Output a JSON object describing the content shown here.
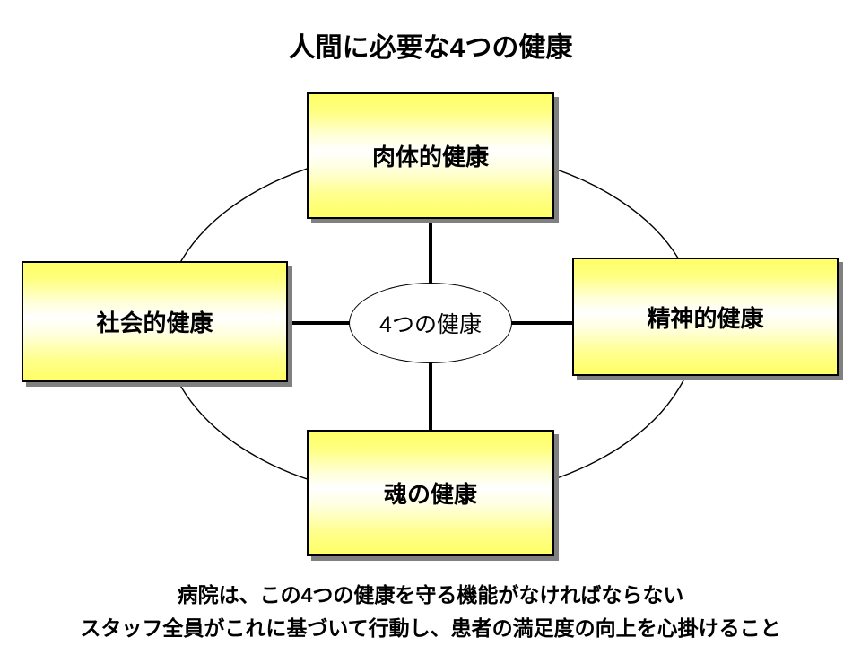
{
  "title": "人間に必要な4つの健康",
  "center": {
    "label": "4つの健康",
    "shape": "ellipse"
  },
  "nodes": [
    {
      "id": "top",
      "label": "肉体的健康",
      "position": "top"
    },
    {
      "id": "left",
      "label": "社会的健康",
      "position": "left"
    },
    {
      "id": "right",
      "label": "精神的健康",
      "position": "right"
    },
    {
      "id": "bottom",
      "label": "魂の健康",
      "position": "bottom"
    }
  ],
  "caption": {
    "line1": "病院は、この4つの健康を守る機能がなければならない",
    "line2": "スタッフ全員がこれに基づいて行動し、患者の満足度の向上を心掛けること"
  },
  "colors": {
    "box_gradient_top": "#FFFF66",
    "box_gradient_mid": "#FFFFFF",
    "box_gradient_bottom": "#FFFF66",
    "box_border": "#000000",
    "box_shadow": "#808080",
    "ring_stroke": "#000000",
    "connector": "#000000",
    "center_fill": "#FFFFFF",
    "text": "#000000",
    "background": "#FFFFFF"
  }
}
